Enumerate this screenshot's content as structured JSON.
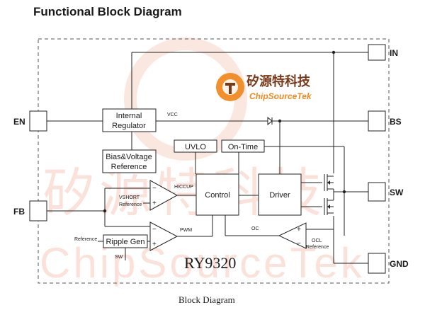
{
  "title": "Functional Block Diagram",
  "caption": "Block Diagram",
  "part_number": "RY9320",
  "watermark": {
    "chinese": "矽源特科技",
    "latin": "ChipSourceTek",
    "logo_text_cn": "矽源特科技",
    "logo_text_en": "ChipSourceTek"
  },
  "pins": {
    "in": "IN",
    "en": "EN",
    "bs": "BS",
    "fb": "FB",
    "sw": "SW",
    "gnd": "GND"
  },
  "blocks": {
    "internal_regulator": [
      "Internal",
      "Regulator"
    ],
    "bias_ref": [
      "Bias&Voltage",
      "Reference"
    ],
    "uvlo": "UVLO",
    "on_time": "On-Time",
    "control": "Control",
    "driver": "Driver",
    "ripple_gen": "Ripple Gen"
  },
  "signals": {
    "vcc": "VCC",
    "hiccup": "HICCUP",
    "pwm": "PWM",
    "oc": "OC",
    "vshort_ref": [
      "VSHORT",
      "Reference"
    ],
    "ocl_ref": [
      "OCL",
      "Reference"
    ],
    "reference": "Reference",
    "sw_small": "SW",
    "plus": "+",
    "minus": "−"
  },
  "colors": {
    "watermark": "#f6c9bd",
    "logo_orange": "#f08a22",
    "logo_dark": "#7a3a1a",
    "line": "#222222"
  }
}
